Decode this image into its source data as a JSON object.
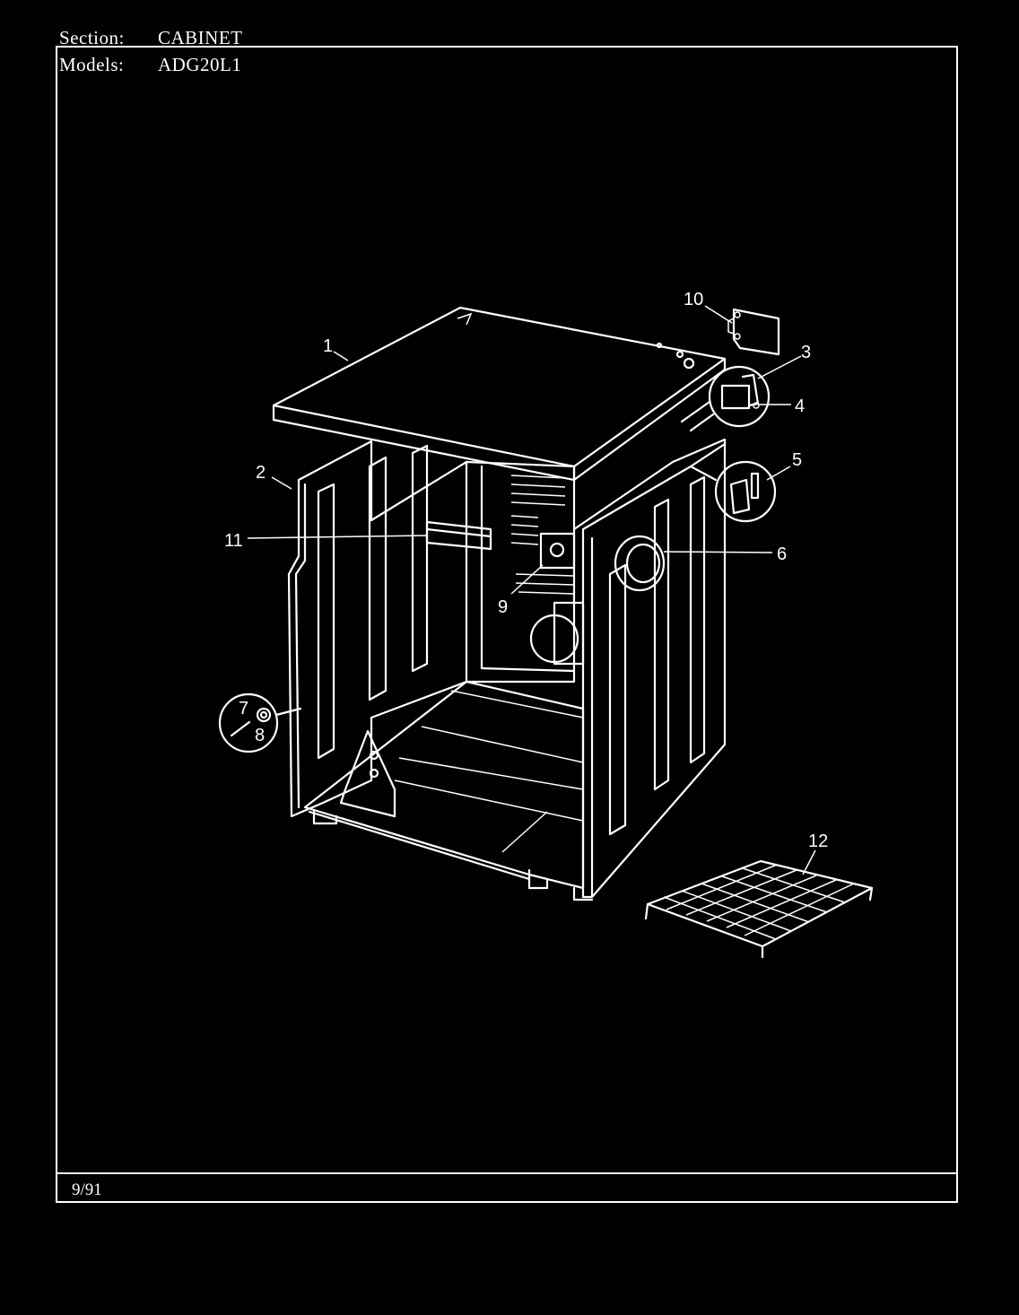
{
  "header": {
    "section_label": "Section:",
    "section_value": "CABINET",
    "models_label": "Models:",
    "models_value": "ADG20L1"
  },
  "footer": {
    "date": "9/91"
  },
  "callouts": [
    "1",
    "2",
    "3",
    "4",
    "5",
    "6",
    "7",
    "8",
    "9",
    "10",
    "11",
    "12"
  ]
}
